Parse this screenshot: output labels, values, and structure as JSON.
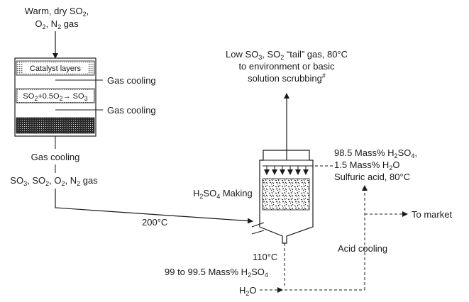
{
  "feed": {
    "line1": "Warm, dry SO",
    "line1_sub": "2",
    "line1_tail": ",",
    "line2_a": "O",
    "line2_sub": "2",
    "line2_b": ", N",
    "line2_sub2": "2",
    "line2_c": " gas"
  },
  "converter": {
    "catalyst_label": "Catalyst layers",
    "reaction": {
      "a": "SO",
      "a_sub": "2",
      "b": "+0.5O",
      "b_sub": "2",
      "c": "→ SO",
      "c_sub": "3"
    },
    "gas_cooling_1": "Gas cooling",
    "gas_cooling_2": "Gas cooling",
    "gas_cooling_3": "Gas cooling"
  },
  "converter_outlet": {
    "a": "SO",
    "a_sub": "3",
    "b": ", SO",
    "b_sub": "2",
    "c": ", O",
    "c_sub": "2",
    "d": ", N",
    "d_sub": "2",
    "e": " gas"
  },
  "absorber": {
    "label_a": "H",
    "label_a_sub": "2",
    "label_b": "SO",
    "label_b_sub": "4",
    "label_c": " Making",
    "inlet_temp": "200°C"
  },
  "tail_gas": {
    "line1_a": "Low SO",
    "line1_a_sub": "3",
    "line1_b": ", SO",
    "line1_b_sub": "2",
    "line1_c": " “tail” gas, 80°C",
    "line2": "to environment or basic",
    "line3": "solution scrubbing",
    "line3_sup": "#"
  },
  "acid_feed": {
    "line1_a": "98.5 Mass% H",
    "line1_a_sub": "2",
    "line1_b": "SO",
    "line1_b_sub": "4",
    "line1_c": ",",
    "line2_a": "1.5 Mass% H",
    "line2_a_sub": "2",
    "line2_b": "O",
    "line3": "Sulfuric acid, 80°C"
  },
  "product": {
    "temp": "110°C",
    "conc_a": "99 to 99.5 Mass% H",
    "conc_a_sub": "2",
    "conc_b": "SO",
    "conc_b_sub": "4",
    "water_a": "H",
    "water_sub": "2",
    "water_b": "O"
  },
  "market": "To market",
  "acid_cooling": "Acid cooling"
}
